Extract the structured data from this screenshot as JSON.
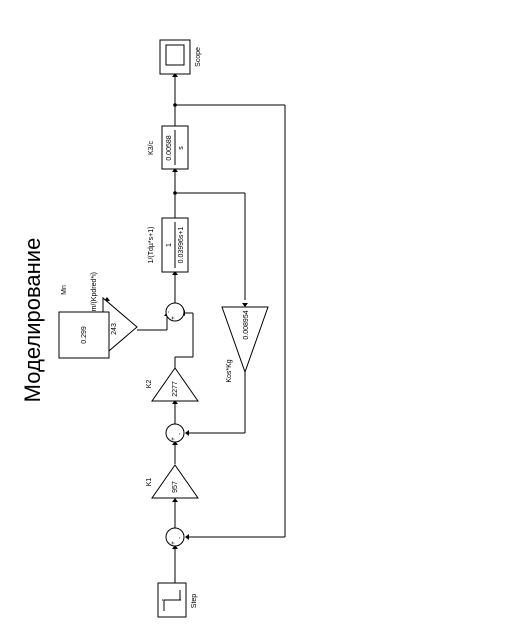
{
  "title": "Моделирование",
  "blocks": {
    "step": {
      "name": "Step"
    },
    "k1": {
      "name": "K1",
      "value": "957"
    },
    "k2": {
      "name": "K2",
      "value": "2277"
    },
    "km": {
      "name": "Km/(Kpdred*i)",
      "value": "243"
    },
    "mn": {
      "name": "Mn",
      "value": "0.299"
    },
    "tf1": {
      "name": "1/(Tdµ*s+1)",
      "num": "1",
      "den": "0.03996s+1"
    },
    "k3": {
      "name": "K3/c",
      "num": "0.00588",
      "den": "s"
    },
    "kos": {
      "name": "Kos*Kg",
      "value": "0.008954"
    },
    "scope": {
      "name": "Scope"
    }
  },
  "signs": {
    "plus": "+",
    "minus": "-"
  },
  "colors": {
    "stroke": "#000000",
    "background": "#ffffff"
  }
}
